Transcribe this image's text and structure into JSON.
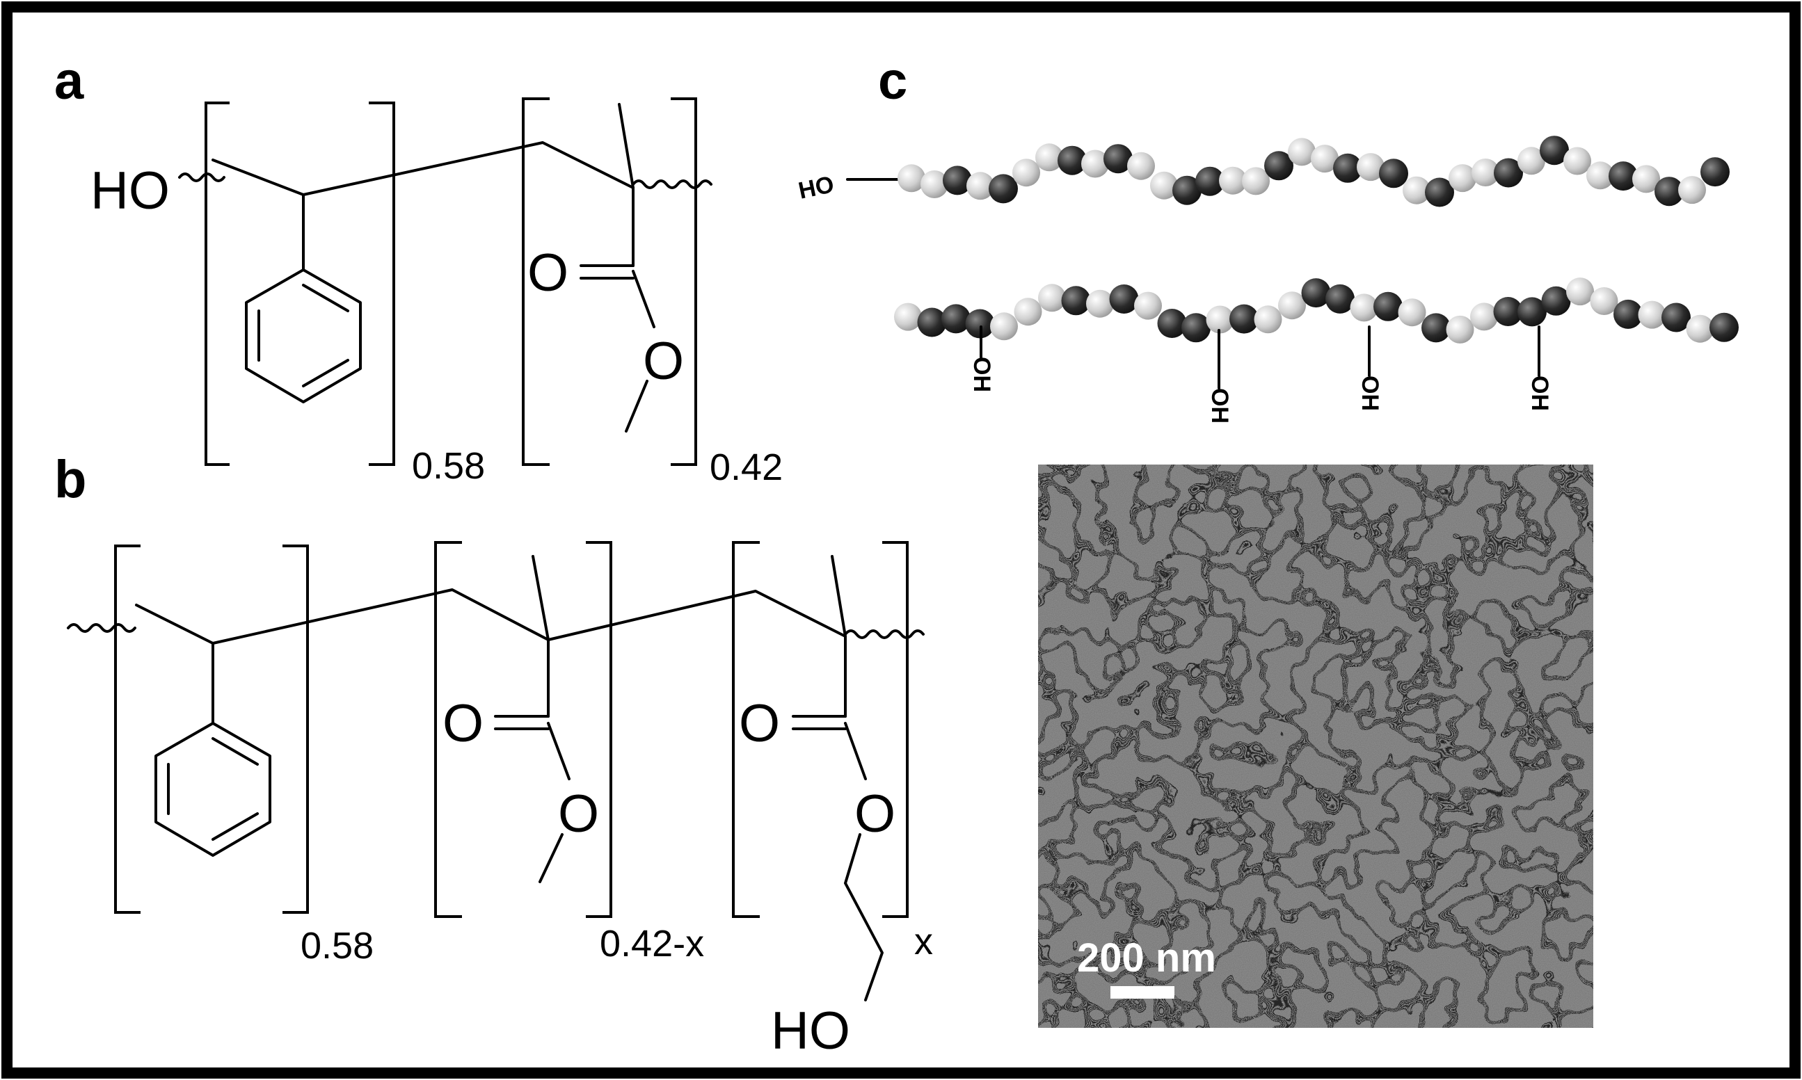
{
  "panels": {
    "a": {
      "label": "a",
      "end_group": "HO",
      "carbonyl_o": "O",
      "ester_o": "O",
      "sub_styrene": "0.58",
      "sub_mma": "0.42"
    },
    "b": {
      "label": "b",
      "carbonyl_o_1": "O",
      "ester_o_1": "O",
      "carbonyl_o_2": "O",
      "ester_o_2": "O",
      "terminal_oh": "HO",
      "sub_styrene": "0.58",
      "sub_mma": "0.42-x",
      "sub_hema": "x"
    },
    "c": {
      "label": "c",
      "chain_end_label": "HO",
      "side_oh_labels": [
        "OH",
        "OH",
        "OH",
        "OH"
      ],
      "micrograph": {
        "scale_bar_label": "200 nm"
      }
    }
  },
  "colors": {
    "frame": "#000000",
    "bead_dark": "#2a2a2a",
    "bead_light": "#d0d0d0",
    "micrograph_bg": "#6e6e6e"
  }
}
